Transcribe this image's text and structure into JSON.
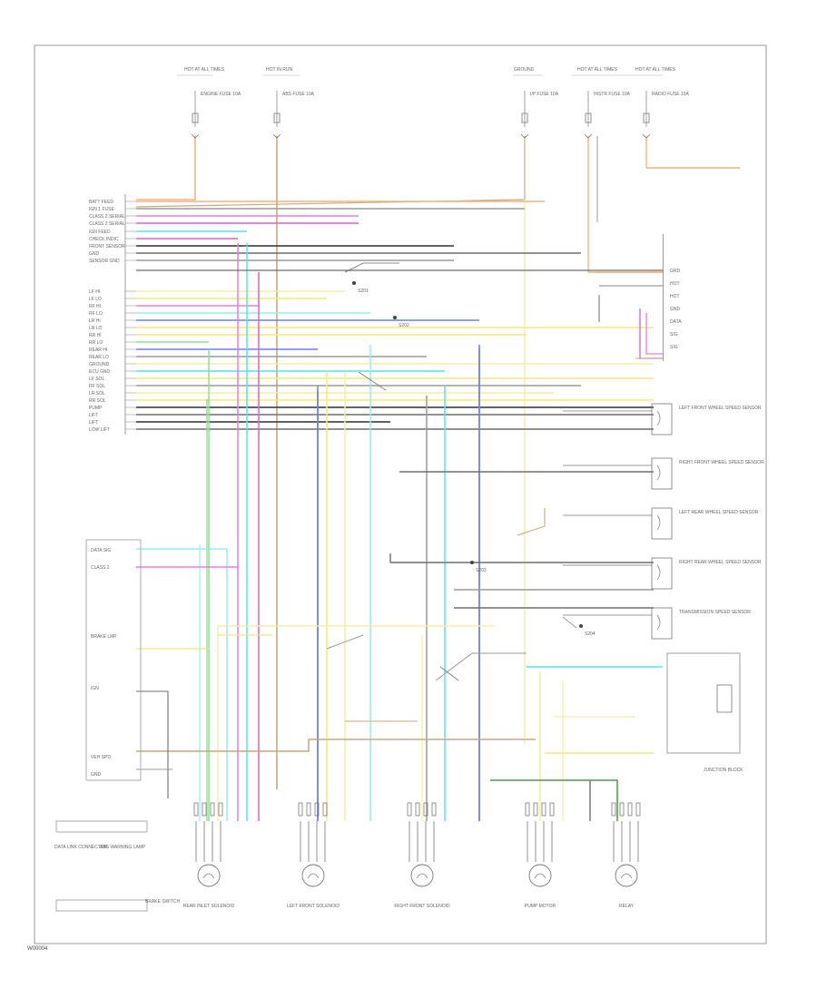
{
  "diagram": {
    "footer_code": "W00004",
    "left_pin_labels": [
      "BATT FEED",
      "IGN 1 FUSE",
      "CLASS 2 SERIAL",
      "CLASS 2 SERIAL",
      "IGN FEED",
      "CHECK INDIC",
      "FRONT SENSOR",
      "GND",
      "SENSOR GND",
      "LF HI",
      "LF LO",
      "RF HI",
      "RF LO",
      "LR HI",
      "LR LO",
      "RR HI",
      "RR LO",
      "REAR HI",
      "REAR LO",
      "GROUND",
      "ECU GND",
      "LF SOL",
      "RF SOL",
      "LR SOL",
      "RR SOL",
      "PUMP",
      "LIFT",
      "LIFT",
      "LOW LIFT"
    ],
    "module_pin_labels": [
      "DATA SIG",
      "CLASS 2",
      "",
      "",
      "",
      "BRAKE LMP",
      "",
      "",
      "IGN",
      "",
      "",
      "",
      "VEH SPD",
      "GND"
    ],
    "top_connector_labels": [
      "HOT AT ALL TIMES",
      "HOT IN RUN",
      "GROUND",
      "HOT AT ALL TIMES",
      "HOT AT ALL TIMES"
    ],
    "fuse_labels": [
      "ENGINE FUSE 10A",
      "ABS FUSE 10A",
      "I/P FUSE 10A",
      "INSTR FUSE 10A",
      "RADIO FUSE 10A"
    ],
    "right_box_labels": [
      "LEFT FRONT WHEEL SPEED SENSOR",
      "RIGHT FRONT WHEEL SPEED SENSOR",
      "LEFT REAR WHEEL SPEED SENSOR",
      "RIGHT REAR WHEEL SPEED SENSOR",
      "TRANSMISSION SPEED SENSOR"
    ],
    "bottom_motor_labels": [
      "REAR INLET SOLENOID",
      "LEFT FRONT SOLENOID",
      "RIGHT FRONT SOLENOID",
      "PUMP MOTOR",
      "RELAY"
    ],
    "bottom_left_labels": [
      "DATA LINK CONNECTOR",
      "ABS WARNING LAMP",
      "BRAKE SWITCH"
    ],
    "splice_labels": [
      "S201",
      "S202",
      "S203",
      "S204"
    ],
    "junction_label": "JUNCTION BLOCK",
    "colors": {
      "orange": "#f5b27a",
      "tan": "#c9a97a",
      "pink": "#f07ae0",
      "magenta": "#e85ad2",
      "cyan": "#4fe6ee",
      "lightcyan": "#8ef0f6",
      "yellow": "#f2ec72",
      "lightyellow": "#f5ef9e",
      "blue": "#6f7ff0",
      "green": "#8fe08f",
      "dkgreen": "#4c9a4c",
      "gray": "#9a9a9a",
      "dkgray": "#6e6e6e",
      "black": "#2e2e2e"
    }
  }
}
